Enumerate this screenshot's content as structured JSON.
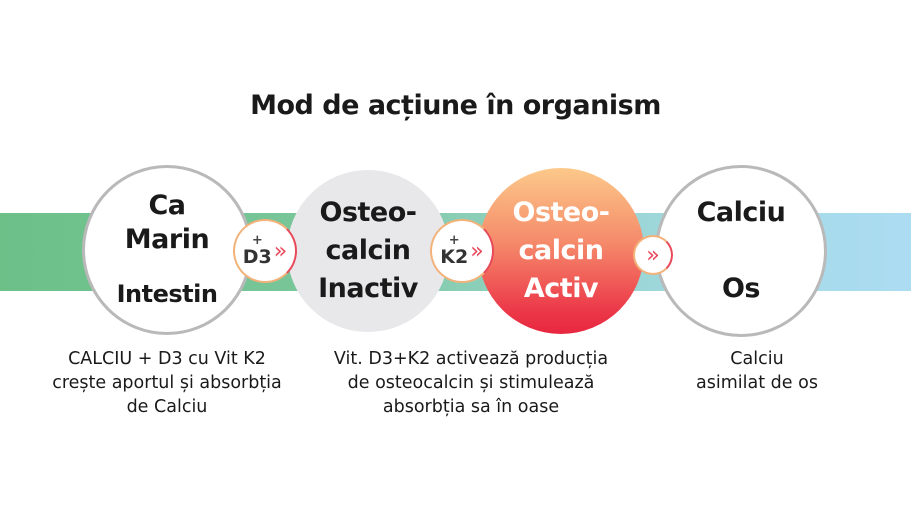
{
  "title": "Mod de acțiune în organism",
  "colors": {
    "band_start": "#6cc088",
    "band_end": "#acdcf2",
    "active_top": "#fcc98a",
    "active_bottom": "#e8263f",
    "inactive": "#e8e8ea"
  },
  "circles": [
    {
      "top": "Ca",
      "mid": "Marin",
      "bottom": "Intestin"
    },
    {
      "top": "Osteo-",
      "mid": "calcin",
      "bottom": "Inactiv"
    },
    {
      "top": "Osteo-",
      "mid": "calcin",
      "bottom": "Activ"
    },
    {
      "top": "Calciu",
      "bottom": "Os"
    }
  ],
  "connectors": [
    {
      "plus": "+",
      "label": "D3",
      "icon": "double-chevron-right"
    },
    {
      "plus": "+",
      "label": "K2",
      "icon": "double-chevron-right"
    },
    {
      "icon": "double-chevron-right"
    }
  ],
  "chevron": "»",
  "descriptions": [
    [
      "CALCIU + D3 cu Vit K2",
      "crește aportul și absorbția",
      "de Calciu"
    ],
    [
      "Vit. D3+K2 activează producția",
      "de osteocalcin și stimulează",
      "absorbția sa în oase"
    ],
    [
      "Calciu",
      "asimilat de os"
    ]
  ]
}
